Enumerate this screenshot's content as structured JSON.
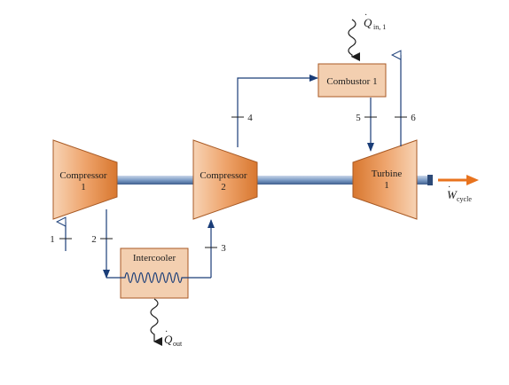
{
  "components": {
    "compressor1": {
      "line1": "Compressor",
      "line2": "1"
    },
    "compressor2": {
      "line1": "Compressor",
      "line2": "2"
    },
    "turbine1": {
      "line1": "Turbine",
      "line2": "1"
    },
    "combustor1": {
      "label": "Combustor 1"
    },
    "intercooler": {
      "label": "Intercooler"
    }
  },
  "heat_flows": {
    "q_in": {
      "symbol": "Q",
      "sub": "in, 1"
    },
    "q_out": {
      "symbol": "Q",
      "sub": "out"
    }
  },
  "work": {
    "symbol": "W",
    "sub": "cycle"
  },
  "states": [
    "1",
    "2",
    "3",
    "4",
    "5",
    "6"
  ],
  "colors": {
    "component_fill_light": "#f6c9a4",
    "component_fill_dark": "#d97e3c",
    "box_fill": "#f3cfb0",
    "flow_line": "#1a3d78",
    "shaft": "#7d9cc6",
    "work_arrow": "#e8731e"
  }
}
